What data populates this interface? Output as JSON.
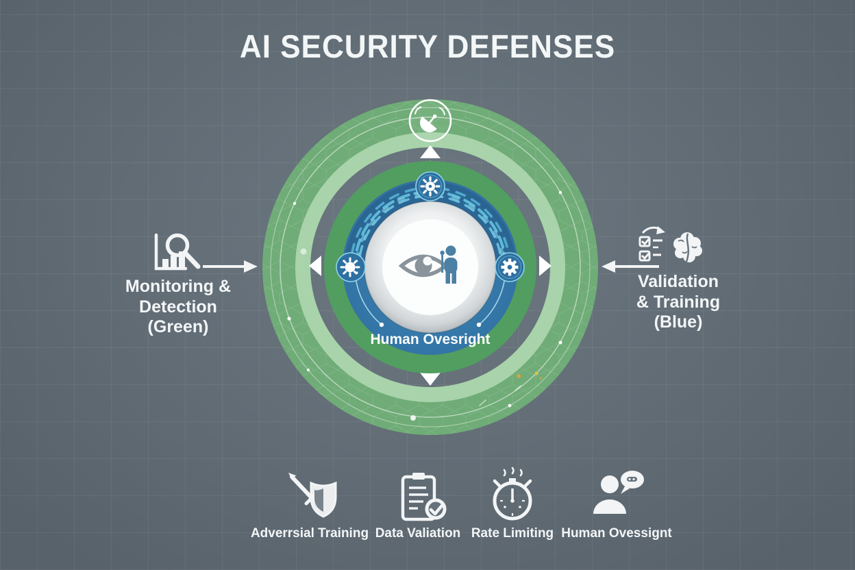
{
  "title": "AI SECURITY DEFENSES",
  "left_callout": {
    "lines": [
      "Monitoring &",
      "Detection",
      "(Green)"
    ],
    "icon": "magnifier-chart-icon"
  },
  "right_callout": {
    "lines": [
      "Validation",
      "& Training",
      "(Blue)"
    ],
    "icon": "checklist-brain-icon"
  },
  "wheel": {
    "center_label": "Human Ovesright",
    "center_icons": [
      "eye-icon",
      "person-icon"
    ],
    "top_badge_icon": "satellite-dish-icon",
    "node_icons": [
      {
        "position": "top",
        "icon": "malware-gear-icon"
      },
      {
        "position": "left",
        "icon": "virus-icon"
      },
      {
        "position": "right",
        "icon": "gear-icon"
      }
    ],
    "colors": {
      "outer_green": "#6fac77",
      "outer_green_light": "#a9d3ab",
      "inner_green": "#519e60",
      "blue_ring": "#3478aa",
      "chain_blue": "#5fb9d9",
      "core_silver": "#d3d7d9",
      "core_white": "#fcfdfd"
    }
  },
  "legend": [
    {
      "label": "Adverrsial Training",
      "icon": "sword-shield-icon"
    },
    {
      "label": "Data Valiation",
      "icon": "clipboard-check-icon"
    },
    {
      "label": "Rate Limiting",
      "icon": "stopwatch-icon"
    },
    {
      "label": "Human Ovessignt",
      "icon": "person-chat-icon"
    }
  ],
  "background": {
    "color": "#64707a",
    "grid_color": "#7d8992"
  }
}
